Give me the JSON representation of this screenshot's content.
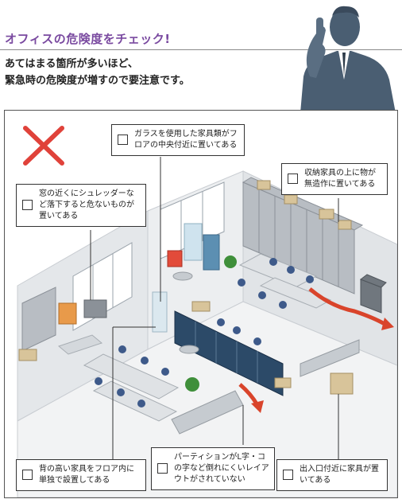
{
  "header": {
    "title": "オフィスの危険度をチェック!",
    "subtitle_line1": "あてはまる箇所が多いほど、",
    "subtitle_line2": "緊急時の危険度が増すので要注意です。"
  },
  "checklist": [
    {
      "text": "ガラスを使用した家具類がフロアの中央付近に置いてある"
    },
    {
      "text": "収納家具の上に物が無造作に置いてある"
    },
    {
      "text": "窓の近くにシュレッダーなど落下すると危ないものが置いてある"
    },
    {
      "text": "背の高い家具をフロア内に単独で設置してある"
    },
    {
      "text": "パーティションがL字・コの字など倒れにくいレイアウトがされていない"
    },
    {
      "text": "出入口付近に家具が置いてある"
    }
  ],
  "colors": {
    "title": "#7a4aa0",
    "x_mark": "#e0423a",
    "arrow": "#d9442b",
    "partition": "#2c4a68",
    "suit": "#4a5e72"
  }
}
